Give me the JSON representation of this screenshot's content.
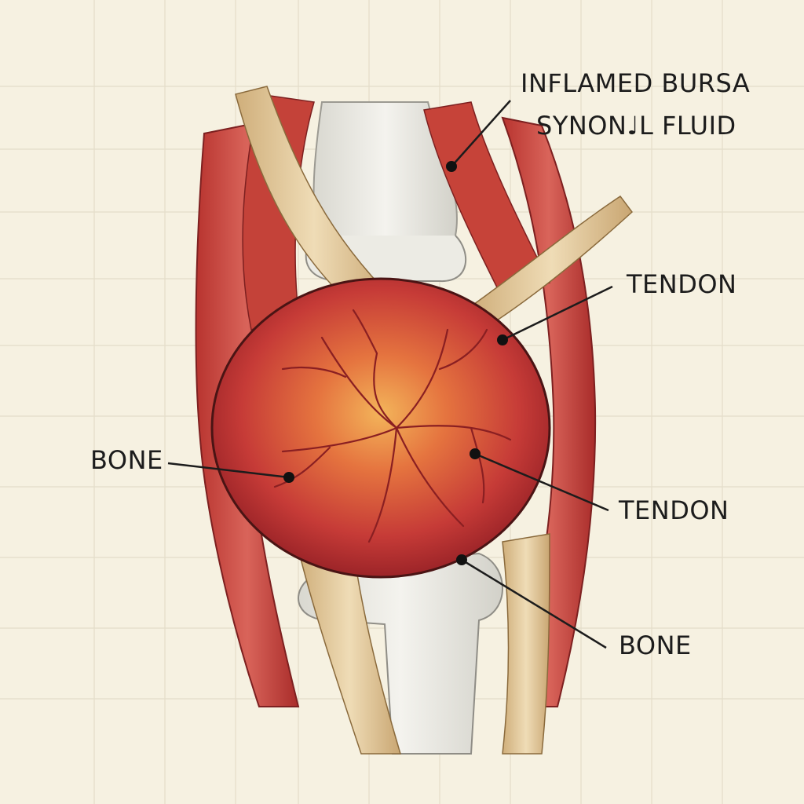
{
  "labels": {
    "inflamed_bursa": "INFLAMED BURSA",
    "synovial_fluid": "SYNON♩L FLUID",
    "tendon_upper": "TENDON",
    "tendon_lower": "TENDON",
    "bone_left": "BONE",
    "bone_lower": "BONE"
  },
  "colors": {
    "background": "#f6f1e1",
    "grid": "#e4ddc9",
    "muscle": "#c8443c",
    "tendon": "#e2c79a",
    "bone": "#ecebe4",
    "bursa": "#c8393a",
    "ink": "#1c1c1c"
  }
}
